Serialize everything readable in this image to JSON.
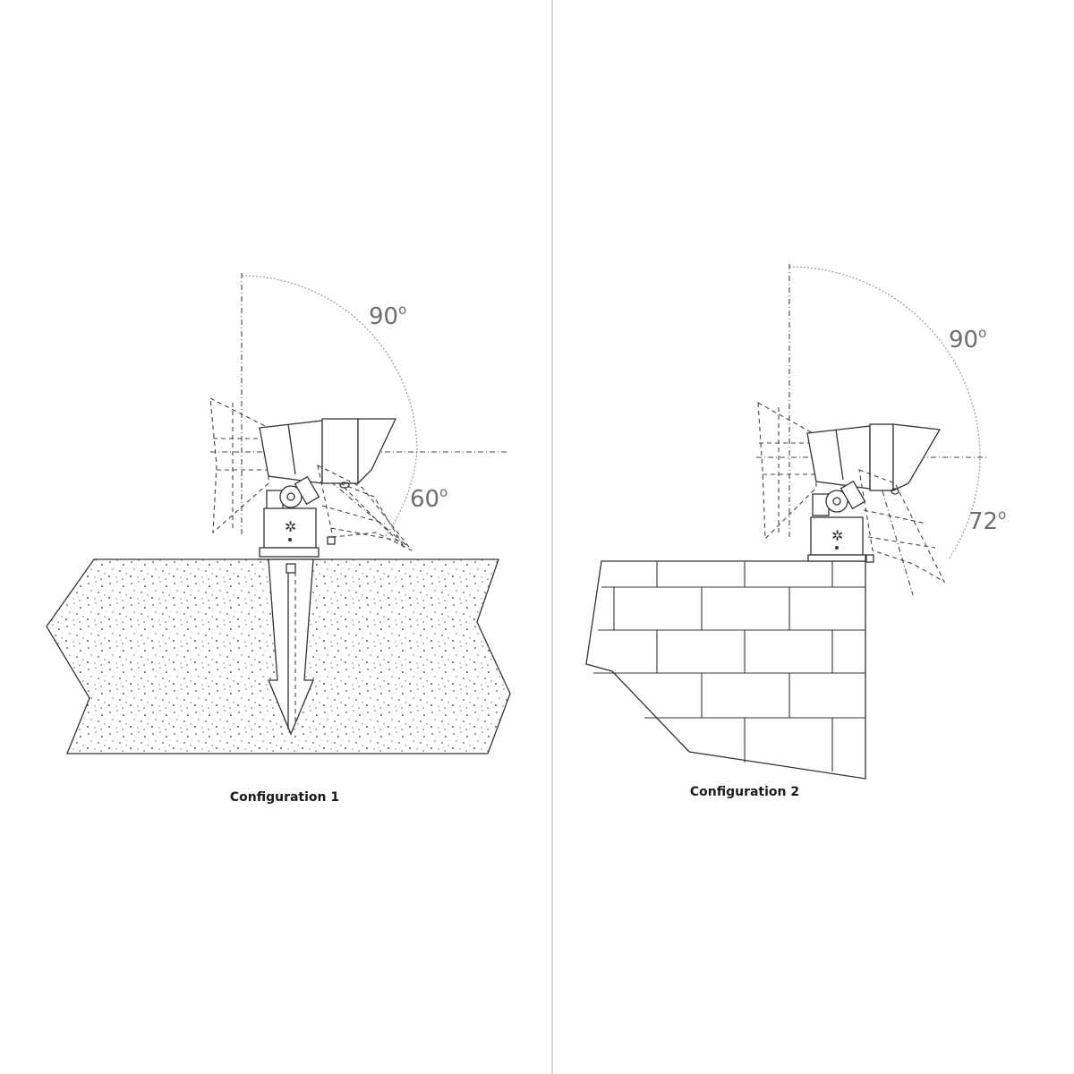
{
  "panels": [
    {
      "id": "config1",
      "caption": "Configuration 1",
      "upper_angle": {
        "value": "90",
        "degree": "o"
      },
      "lower_angle": {
        "value": "60",
        "degree": "o"
      }
    },
    {
      "id": "config2",
      "caption": "Configuration 2",
      "upper_angle": {
        "value": "90",
        "degree": "o"
      },
      "lower_angle": {
        "value": "72",
        "degree": "o"
      }
    }
  ],
  "colors": {
    "divider": "#d8d8d8",
    "line": "#333333",
    "label": "#6e6e6e"
  }
}
